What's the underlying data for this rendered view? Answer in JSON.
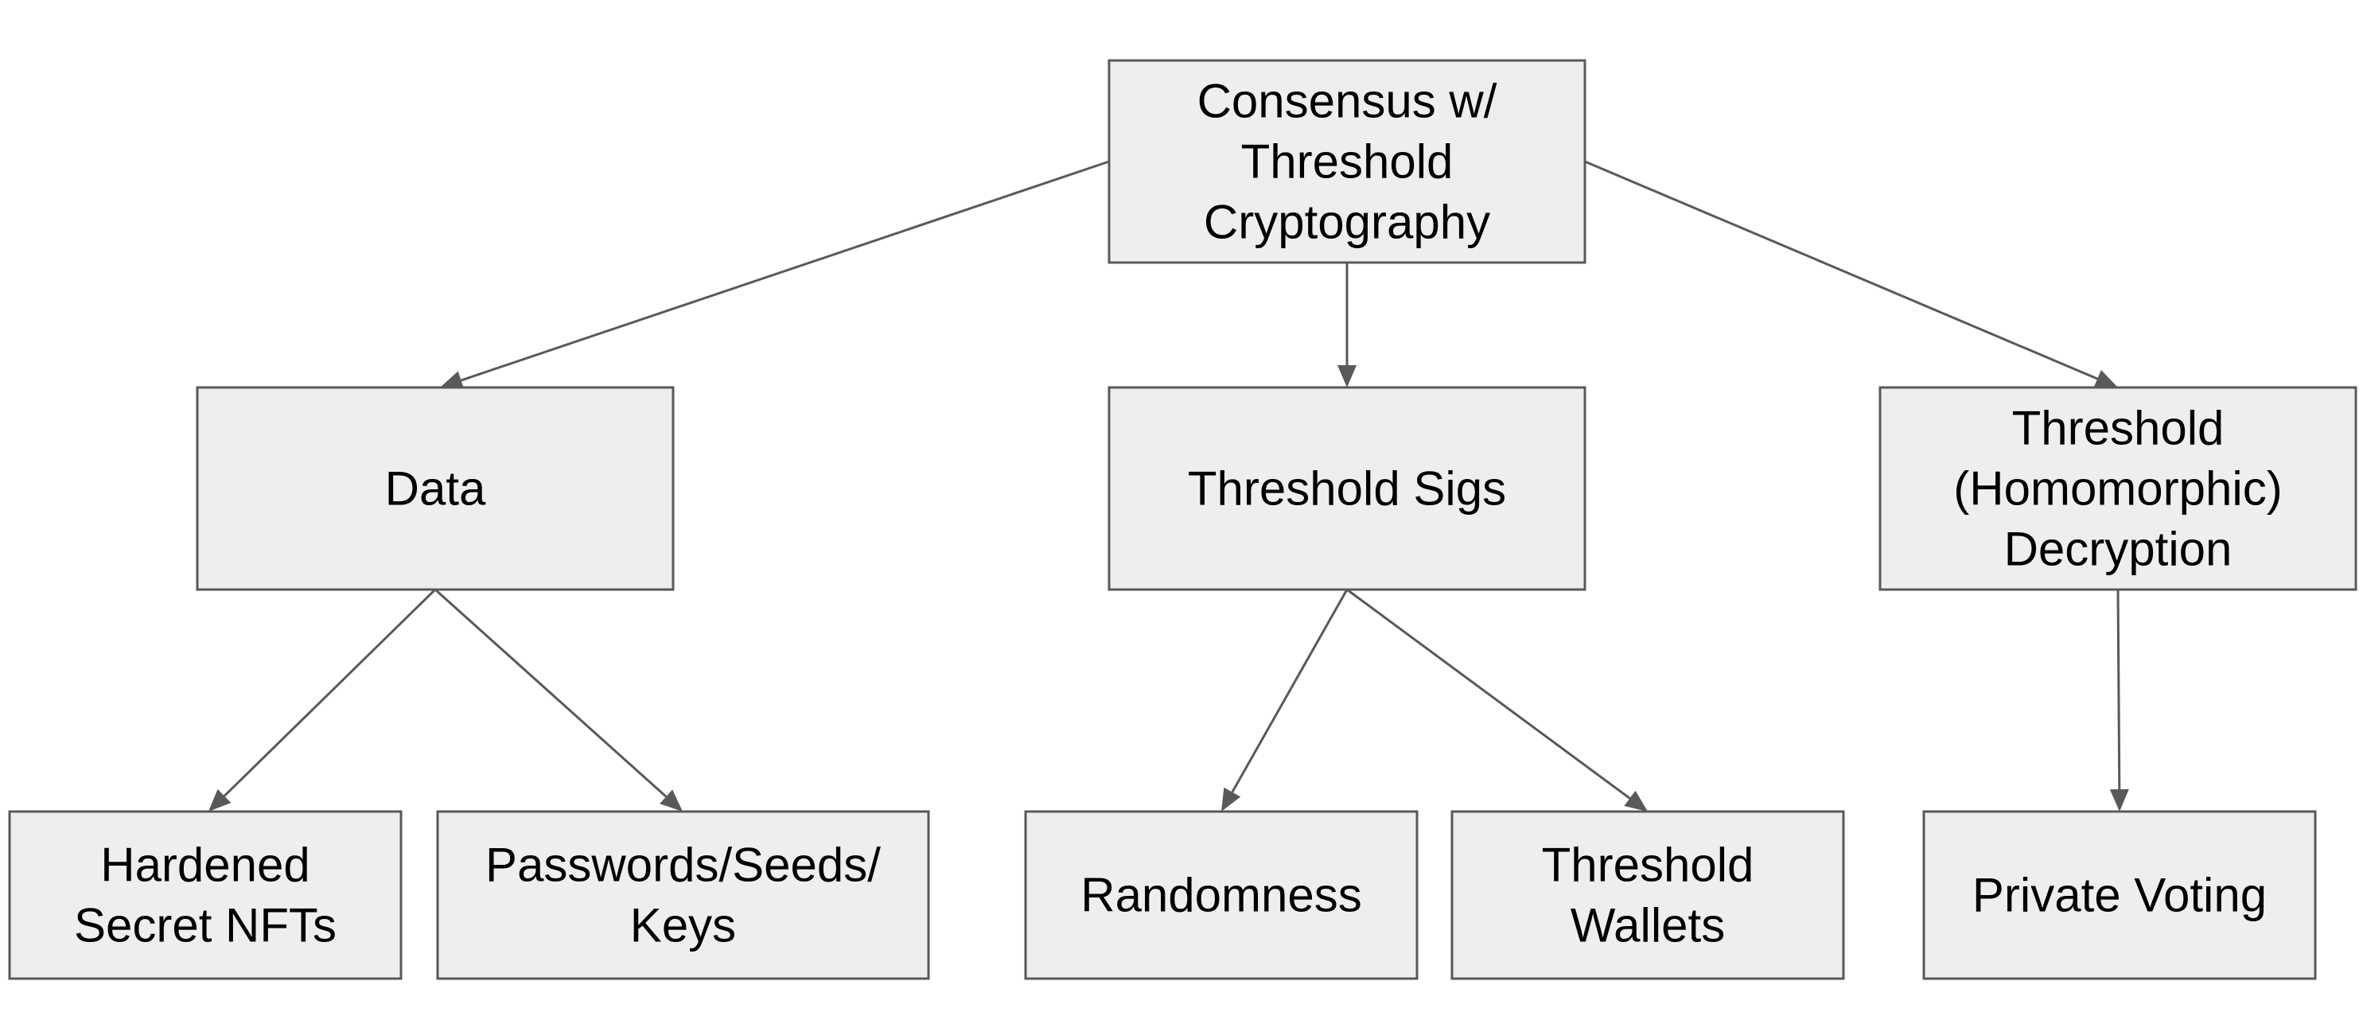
{
  "nodes": [
    {
      "id": "root",
      "lines": [
        "Consensus w/",
        "Threshold",
        "Cryptography"
      ]
    },
    {
      "id": "data",
      "lines": [
        "Data"
      ]
    },
    {
      "id": "sigs",
      "lines": [
        "Threshold Sigs"
      ]
    },
    {
      "id": "decrypt",
      "lines": [
        "Threshold",
        "(Homomorphic)",
        "Decryption"
      ]
    },
    {
      "id": "nfts",
      "lines": [
        "Hardened",
        "Secret NFTs"
      ]
    },
    {
      "id": "passwords",
      "lines": [
        "Passwords/Seeds/",
        "Keys"
      ]
    },
    {
      "id": "randomness",
      "lines": [
        "Randomness"
      ]
    },
    {
      "id": "wallets",
      "lines": [
        "Threshold",
        "Wallets"
      ]
    },
    {
      "id": "voting",
      "lines": [
        "Private Voting"
      ]
    }
  ],
  "edges": [
    {
      "from": "root",
      "to": "data"
    },
    {
      "from": "root",
      "to": "sigs"
    },
    {
      "from": "root",
      "to": "decrypt"
    },
    {
      "from": "data",
      "to": "nfts"
    },
    {
      "from": "data",
      "to": "passwords"
    },
    {
      "from": "sigs",
      "to": "randomness"
    },
    {
      "from": "sigs",
      "to": "wallets"
    },
    {
      "from": "decrypt",
      "to": "voting"
    }
  ],
  "colors": {
    "box_fill": "#eeeeee",
    "box_stroke": "#595959",
    "edge": "#595959",
    "text": "#000000"
  }
}
